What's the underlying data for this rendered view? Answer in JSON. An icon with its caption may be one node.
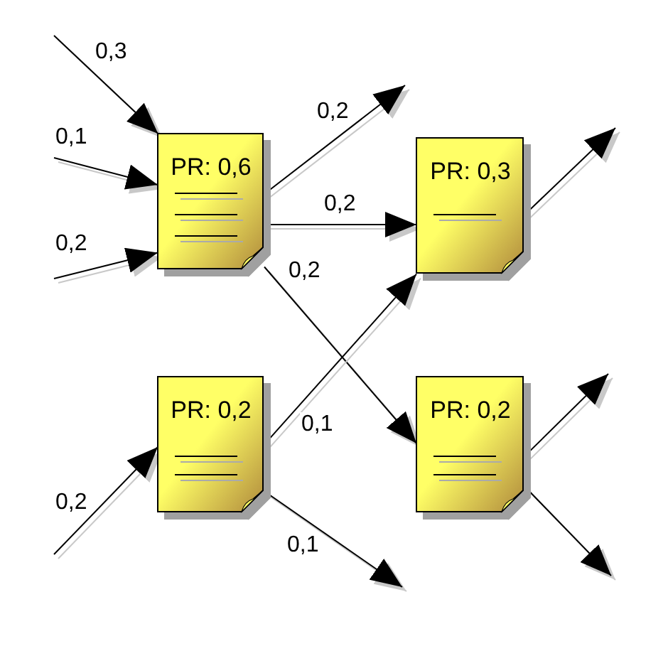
{
  "diagram": {
    "nodes": [
      {
        "text": [
          "PR: 0,6"
        ]
      },
      {
        "text": [
          "PR: 0,3"
        ]
      },
      {
        "text": [
          "PR: 0,2"
        ]
      },
      {
        "text": [
          "PR: 0,2"
        ]
      }
    ],
    "edges": [
      {
        "from": null,
        "to": 0,
        "arrow": "to",
        "label": "0,3"
      },
      {
        "from": null,
        "to": 0,
        "arrow": "to",
        "label": "0,1"
      },
      {
        "from": null,
        "to": 0,
        "arrow": "to",
        "label": "0,2"
      },
      {
        "from": 0,
        "to": null,
        "arrow": "to",
        "label": "0,2"
      },
      {
        "from": 0,
        "to": 1,
        "arrow": "to",
        "label": "0,2"
      },
      {
        "from": 0,
        "to": 3,
        "arrow": "to",
        "label": "0,2"
      },
      {
        "from": 2,
        "to": 1,
        "arrow": "to",
        "label": "0,1"
      },
      {
        "from": 2,
        "to": null,
        "arrow": "to",
        "label": "0,1"
      },
      {
        "from": null,
        "to": 2,
        "arrow": "to",
        "label": "0,2"
      },
      {
        "from": 1,
        "to": null,
        "arrow": "to"
      },
      {
        "from": 3,
        "to": null,
        "arrow": "to"
      },
      {
        "from": 3,
        "to": null,
        "arrow": "to"
      }
    ]
  }
}
